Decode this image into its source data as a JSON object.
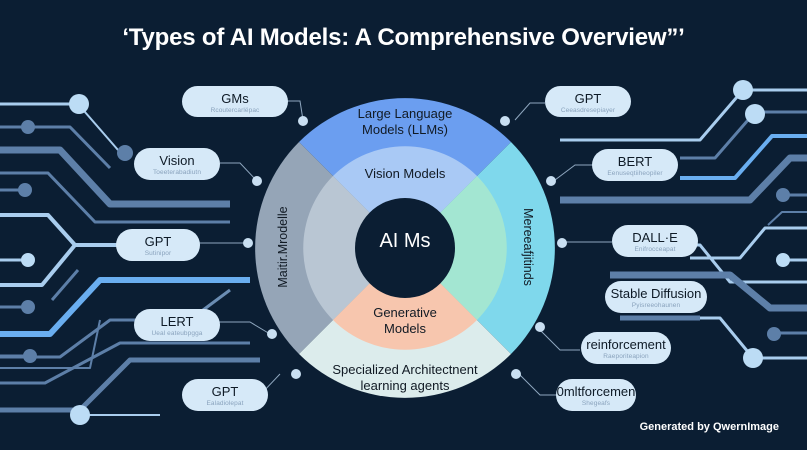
{
  "title": "‘Types of AI Models: A Comprehensive Overview”’",
  "center": {
    "label": "AI Ms"
  },
  "rings": {
    "outer_top": "Large Language Models (LLMs)",
    "outer_left": "Maitir.Mrodelle",
    "outer_right": "Mereeafjitinds",
    "outer_bottom": "Specialized Architectnent learning agents",
    "inner_top": "Vision Models",
    "inner_bottom": "Generative Models"
  },
  "colors": {
    "background": "#0b1e33",
    "llm_segment": "#6b9ef0",
    "left_segment": "#95a5b7",
    "right_segment": "#7fd8ec",
    "bottom_segment": "#dcecec",
    "vision_segment": "#a9c9f5",
    "inner_left": "#b9c6d3",
    "inner_right": "#a3e6d2",
    "generative_segment": "#f7c6ae",
    "core": "#0b1e33",
    "pill": "#d6e9f8"
  },
  "left_nodes": [
    {
      "title": "GMs",
      "subtitle": "Rcoutercarlёpac"
    },
    {
      "title": "Vision",
      "subtitle": "Toeeterabadiutn"
    },
    {
      "title": "GPT",
      "subtitle": "Sutinipor"
    },
    {
      "title": "LERT",
      "subtitle": "Ueal eateubpgga"
    },
    {
      "title": "GPT",
      "subtitle": "Ealadiolepat"
    }
  ],
  "right_nodes": [
    {
      "title": "GPT",
      "subtitle": "Ceeasdresepiayer"
    },
    {
      "title": "BERT",
      "subtitle": "Eenuseqtiiheopiler"
    },
    {
      "title": "DALL·E",
      "subtitle": "Enifrocceapat"
    },
    {
      "title": "Stable Diffusion",
      "subtitle": "Pyisreeohaunen"
    },
    {
      "title": "reinforcement",
      "subtitle": "Raeporiteapion"
    },
    {
      "title": "0mltforcemen",
      "subtitle": "Shegeafs"
    }
  ],
  "footer": "Generated by QwernImage"
}
